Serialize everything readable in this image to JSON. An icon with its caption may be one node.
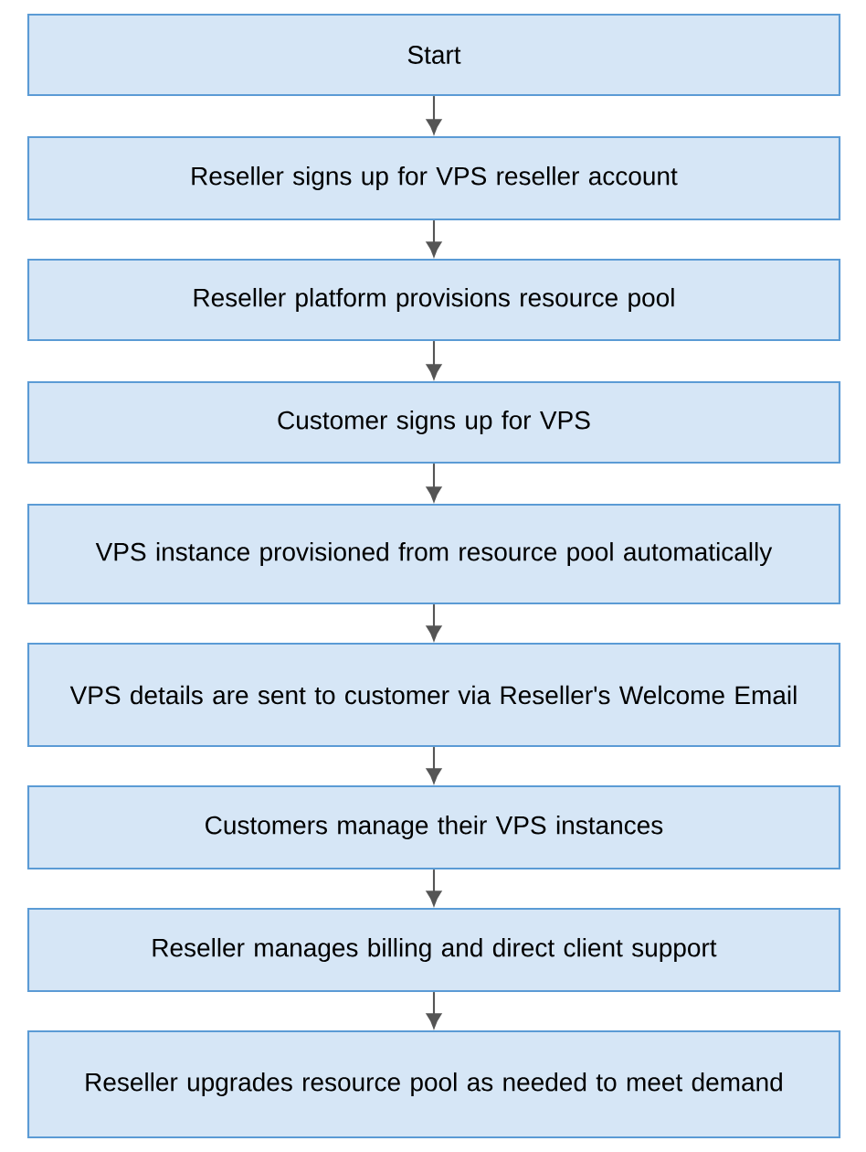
{
  "diagram": {
    "nodes": [
      {
        "text": [
          "Start"
        ]
      },
      {
        "text": [
          "Reseller signs up for VPS reseller account"
        ]
      },
      {
        "text": [
          "Reseller platform provisions resource pool"
        ]
      },
      {
        "text": [
          "Customer signs up for VPS"
        ]
      },
      {
        "text": [
          "VPS instance provisioned from resource pool automatically"
        ]
      },
      {
        "text": [
          "VPS details are sent to customer via Reseller's Welcome Email"
        ]
      },
      {
        "text": [
          "Customers manage their VPS instances"
        ]
      },
      {
        "text": [
          "Reseller manages billing and direct client support"
        ]
      },
      {
        "text": [
          "Reseller upgrades resource pool as needed to meet demand"
        ]
      }
    ],
    "edges": [
      {
        "from": 0,
        "to": 1,
        "arrow": "to"
      },
      {
        "from": 1,
        "to": 2,
        "arrow": "to"
      },
      {
        "from": 2,
        "to": 3,
        "arrow": "to"
      },
      {
        "from": 3,
        "to": 4,
        "arrow": "to"
      },
      {
        "from": 4,
        "to": 5,
        "arrow": "to"
      },
      {
        "from": 5,
        "to": 6,
        "arrow": "to"
      },
      {
        "from": 6,
        "to": 7,
        "arrow": "to"
      },
      {
        "from": 7,
        "to": 8,
        "arrow": "to"
      }
    ]
  }
}
